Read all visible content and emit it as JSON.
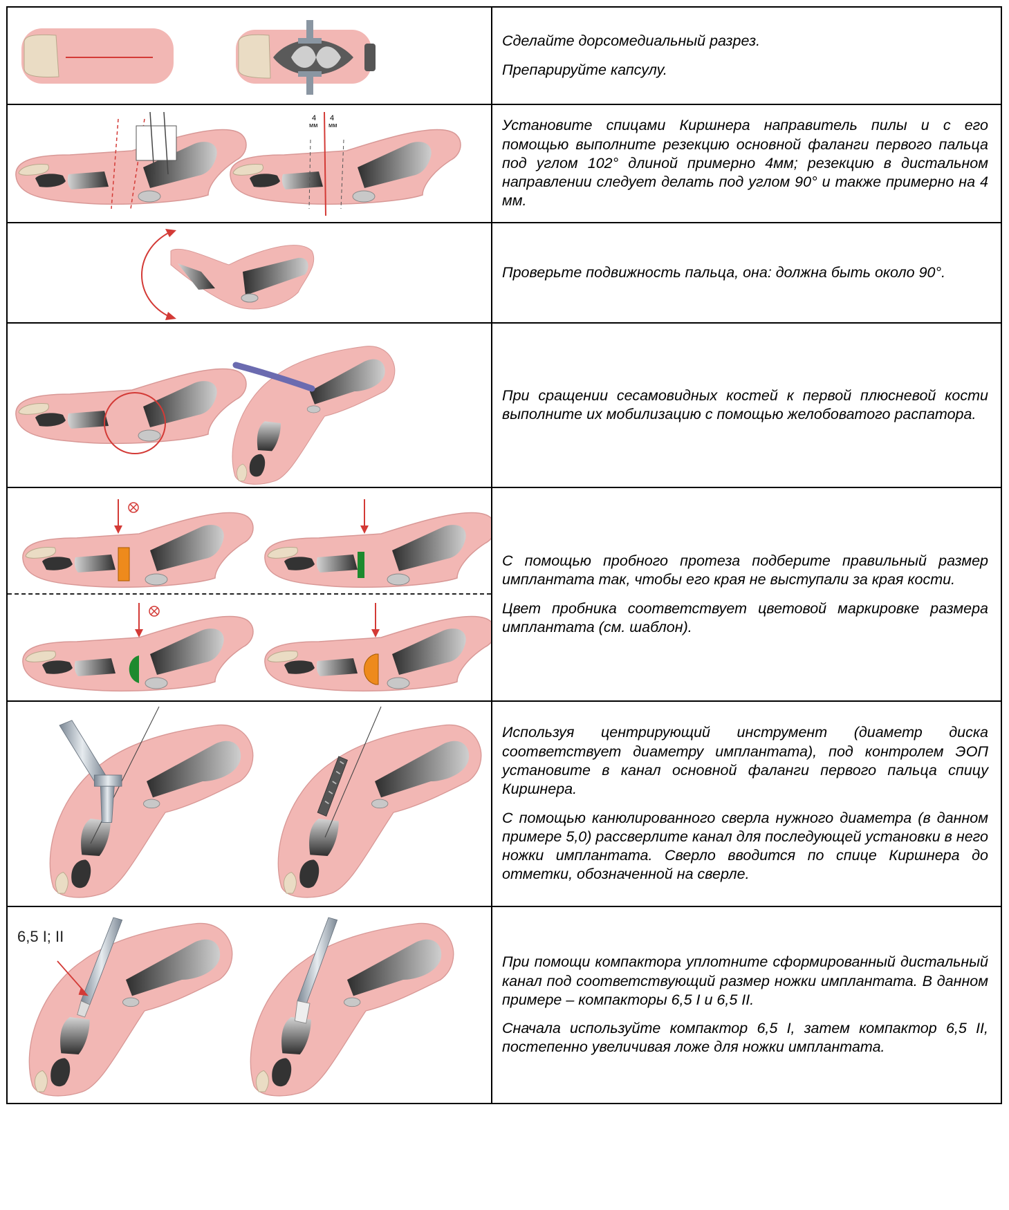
{
  "steps": [
    {
      "texts": [
        "Сделайте дорсомедиальный  разрез.",
        "Препарируйте капсулу."
      ]
    },
    {
      "texts": [
        "Установите спицами Киршнера направитель пилы и с его помощью выполните резекцию основной фаланги первого пальца под углом 102° длиной примерно 4мм; резекцию в дистальном направлении следует делать под углом 90° и также примерно на 4 мм."
      ],
      "figure_labels": {
        "left_mm": "4",
        "right_mm": "4",
        "unit": "мм"
      }
    },
    {
      "texts": [
        "Проверьте подвижность пальца, она: должна быть около 90°."
      ]
    },
    {
      "texts": [
        "При сращении сесамовидных костей к первой плюсневой кости выполните их мобилизацию с помощью желобоватого распатора."
      ]
    },
    {
      "texts": [
        "С помощью пробного протеза подберите правильный размер имплантата так, чтобы его края не выступали за края кости.",
        "Цвет пробника соответствует цветовой маркировке размера имплантата (см. шаблон)."
      ]
    },
    {
      "texts": [
        "Используя центрирующий инструмент (диаметр диска соответствует диаметру имплантата), под контролем ЭОП установите в канал основной фаланги первого пальца спицу Киршнера.",
        "С помощью канюлированного сверла нужного диаметра (в данном примере 5,0) рассверлите канал для последующей установки в него ножки имплантата. Сверло вводится по спице Киршнера до отметки, обозначенной на сверле."
      ]
    },
    {
      "texts": [
        "При помощи компактора уплотните сформированный дистальный канал под соответствующий размер ножки имплантата. В данном примере – компакторы 6,5 I и 6,5 II.",
        "Сначала используйте компактор 6,5 I, затем компактор 6,5 II, постепенно увеличивая ложе для ножки имплантата."
      ],
      "figure_labels": {
        "compactor": "6,5  I; II"
      }
    }
  ],
  "colors": {
    "skin": "#f2b7b4",
    "skin_edge": "#d89896",
    "bone_dark": "#3a3a3a",
    "bone_light": "#c9c9c9",
    "nail": "#eadcc4",
    "red": "#d33a36",
    "orange": "#ee8a1c",
    "green": "#1d8a2e",
    "instrument": "#9aa7b3",
    "raspatory": "#6b6bb0"
  }
}
